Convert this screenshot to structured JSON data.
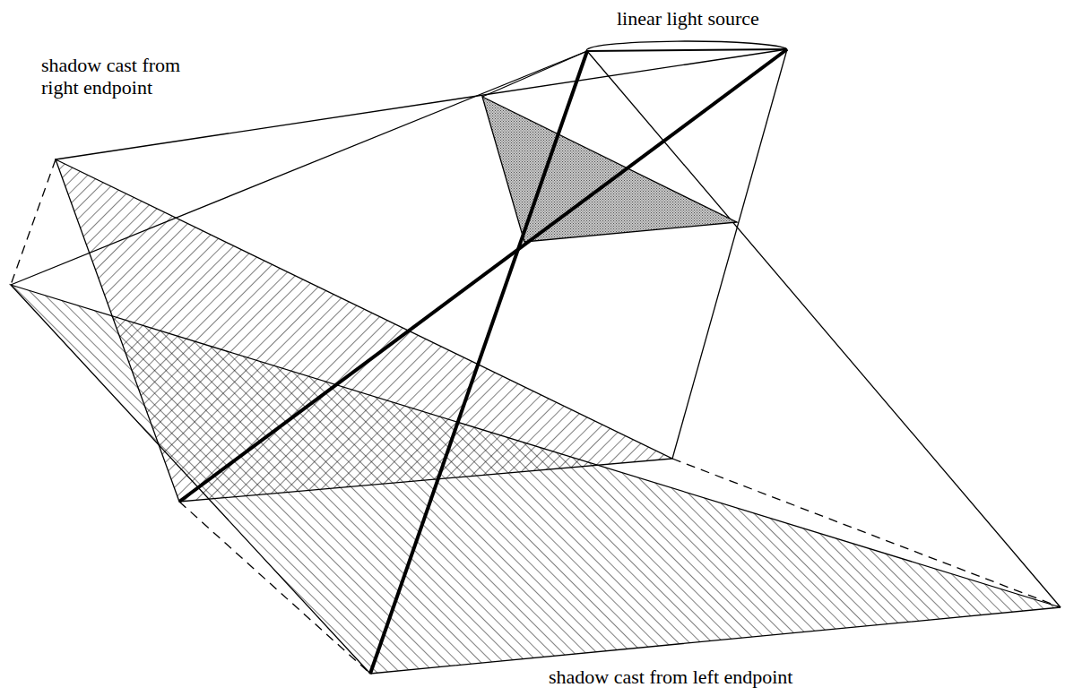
{
  "diagram": {
    "labels": [
      "linear light source",
      "shadow cast from right endpoint",
      "shadow cast from left endpoint"
    ]
  }
}
